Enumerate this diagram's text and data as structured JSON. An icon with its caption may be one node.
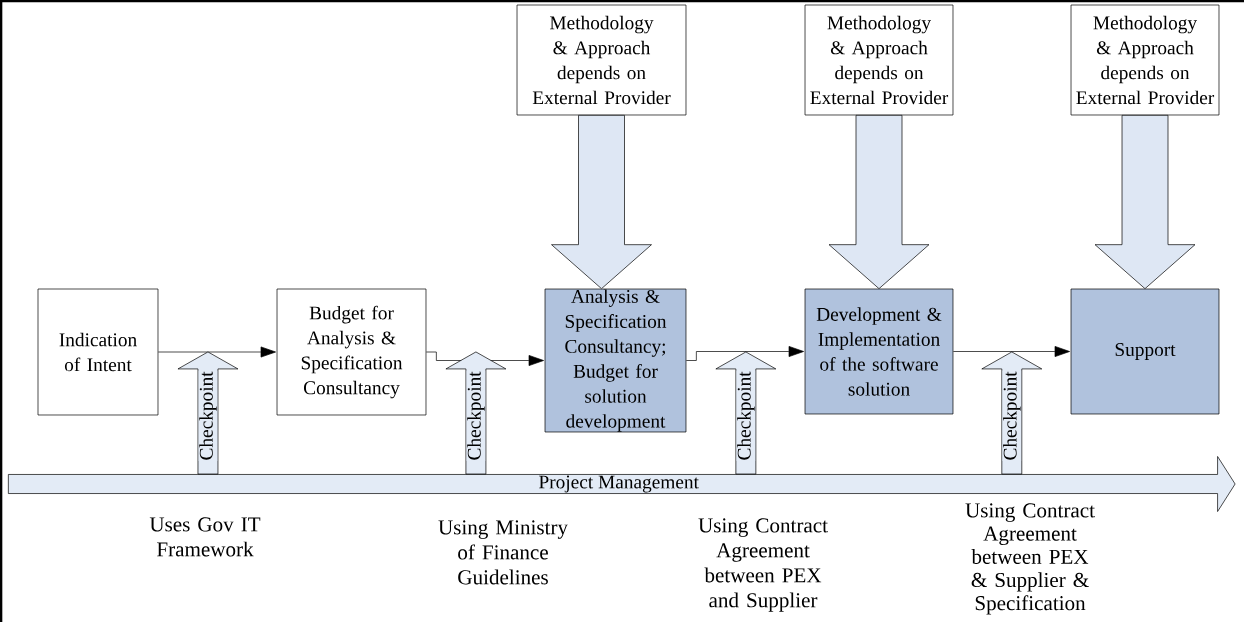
{
  "diagram": {
    "nodes": [
      {
        "text": [
          "Methodology & Approach depends on External Provider"
        ]
      },
      {
        "text": [
          "Methodology & Approach depends on External Provider"
        ]
      },
      {
        "text": [
          "Methodology & Approach depends on External Provider"
        ]
      },
      {
        "text": [
          "Indication of Intent"
        ]
      },
      {
        "text": [
          "Budget for Analysis & Specification Consultancy"
        ]
      },
      {
        "text": [
          "Analysis & Specification Consultancy; Budget for solution development"
        ]
      },
      {
        "text": [
          "Development & Implementation of the software solution"
        ]
      },
      {
        "text": [
          "Support"
        ]
      },
      {
        "text": [
          "Project Management"
        ]
      }
    ],
    "edges": [
      {
        "from": 3,
        "to": 4,
        "arrow": "to"
      },
      {
        "from": 4,
        "to": 5,
        "arrow": "to"
      },
      {
        "from": 5,
        "to": 6,
        "arrow": "to"
      },
      {
        "from": 6,
        "to": 7,
        "arrow": "to"
      },
      {
        "from": 0,
        "to": 5,
        "arrow": "to",
        "style": "thick"
      },
      {
        "from": 1,
        "to": 6,
        "arrow": "to",
        "style": "thick"
      },
      {
        "from": 2,
        "to": 7,
        "arrow": "to",
        "style": "thick"
      },
      {
        "from": 8,
        "to": null,
        "arrow": "to",
        "style": "thick",
        "label": "Checkpoint"
      },
      {
        "from": 8,
        "to": null,
        "arrow": "to",
        "style": "thick",
        "label": "Checkpoint"
      },
      {
        "from": 8,
        "to": null,
        "arrow": "to",
        "style": "thick",
        "label": "Checkpoint"
      },
      {
        "from": 8,
        "to": null,
        "arrow": "to",
        "style": "thick",
        "label": "Checkpoint"
      }
    ],
    "labels": [
      "Uses Gov IT Framework",
      "Using Ministry of Finance Guidelines",
      "Using Contract Agreement between PEX and Supplier",
      "Using Contract Agreement between PEX & Supplier & Specification"
    ]
  }
}
